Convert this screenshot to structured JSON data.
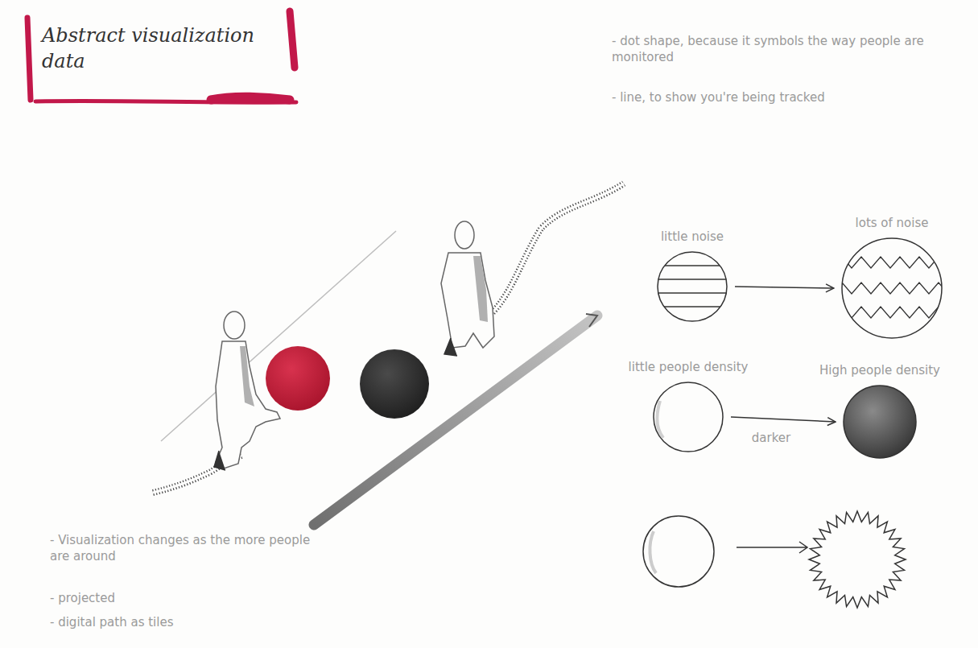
{
  "diagram": {
    "title": "Abstract visualization data",
    "nodes": [
      {
        "text": [
          "little noise"
        ]
      },
      {
        "text": [
          "lots of noise"
        ]
      },
      {
        "text": [
          "little people density"
        ]
      },
      {
        "text": [
          "High people density"
        ]
      }
    ],
    "edges": [
      {
        "from": 0,
        "to": 1,
        "arrow": "to"
      },
      {
        "from": 2,
        "to": 3,
        "label": "darker",
        "arrow": "to"
      }
    ],
    "labels": [
      "- dot shape, because it symbols the way people are monitored",
      "- line, to show you're being tracked",
      "- Visualization changes as the more people are around",
      "- projected",
      "- digital path as tiles"
    ]
  }
}
